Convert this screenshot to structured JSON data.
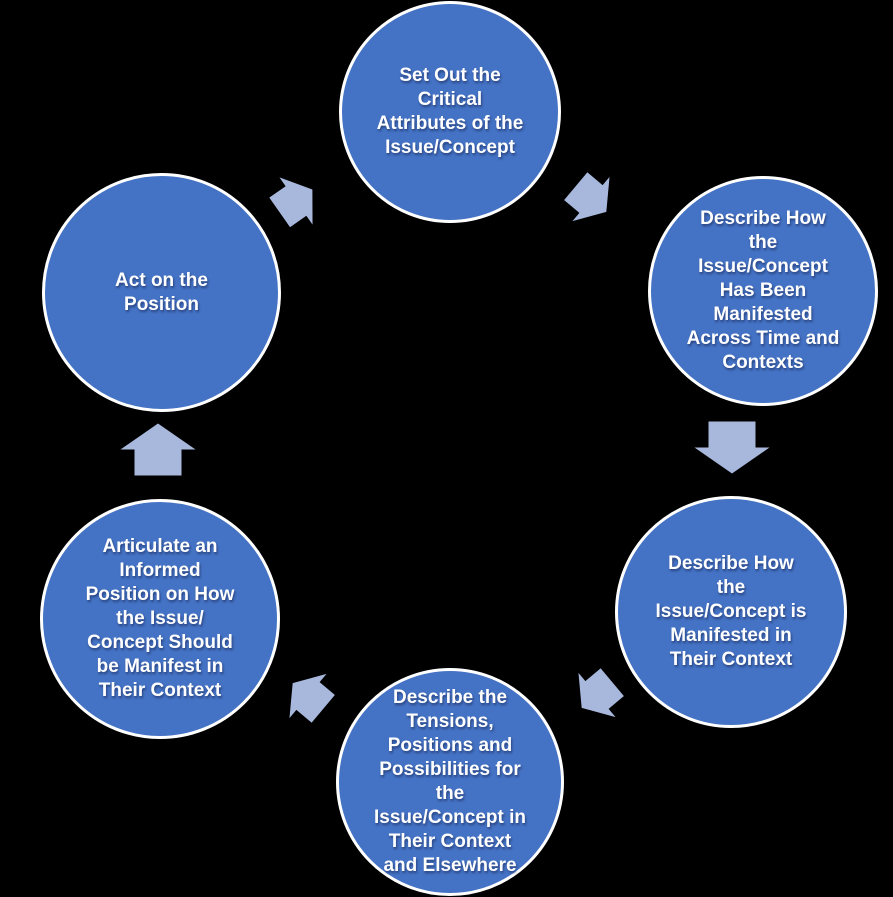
{
  "diagram": {
    "type": "cycle-process-diagram",
    "steps": [
      {
        "id": "set-out-critical-attributes",
        "label": "Set Out the\nCritical\nAttributes of the\nIssue/Concept"
      },
      {
        "id": "manifested-across-time",
        "label": "Describe How\nthe\nIssue/Concept\nHas Been\nManifested\nAcross Time and\nContexts"
      },
      {
        "id": "manifested-in-their-context",
        "label": "Describe How\nthe\nIssue/Concept is\nManifested in\nTheir Context"
      },
      {
        "id": "tensions-positions-possibilities",
        "label": "Describe the\nTensions,\nPositions and\nPossibilities for\nthe\nIssue/Concept in\nTheir Context\nand Elsewhere"
      },
      {
        "id": "articulate-informed-position",
        "label": "Articulate an\nInformed\nPosition on How\nthe Issue/\nConcept Should\nbe Manifest in\nTheir Context"
      },
      {
        "id": "act-on-position",
        "label": "Act on the\nPosition"
      }
    ],
    "arrows": [
      {
        "from": "act-on-position",
        "to": "set-out-critical-attributes",
        "direction": "up-right"
      },
      {
        "from": "set-out-critical-attributes",
        "to": "manifested-across-time",
        "direction": "down-right"
      },
      {
        "from": "manifested-across-time",
        "to": "manifested-in-their-context",
        "direction": "down"
      },
      {
        "from": "manifested-in-their-context",
        "to": "tensions-positions-possibilities",
        "direction": "down-left"
      },
      {
        "from": "tensions-positions-possibilities",
        "to": "articulate-informed-position",
        "direction": "up-left"
      },
      {
        "from": "articulate-informed-position",
        "to": "act-on-position",
        "direction": "up"
      }
    ],
    "colors": {
      "background": "#000000",
      "circle-fill": "#4472C4",
      "circle-border": "#FFFFFF",
      "arrow-fill": "#A8B7DC",
      "text": "#FFFFFF"
    }
  }
}
